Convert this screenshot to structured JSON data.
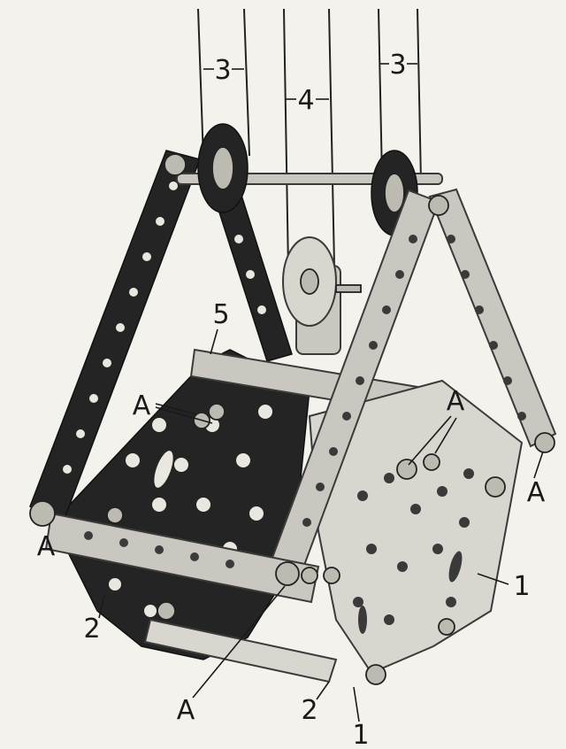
{
  "labels": {
    "a": "A",
    "n1": "1",
    "n2": "2",
    "n3": "3",
    "n4": "4",
    "n5": "5"
  }
}
